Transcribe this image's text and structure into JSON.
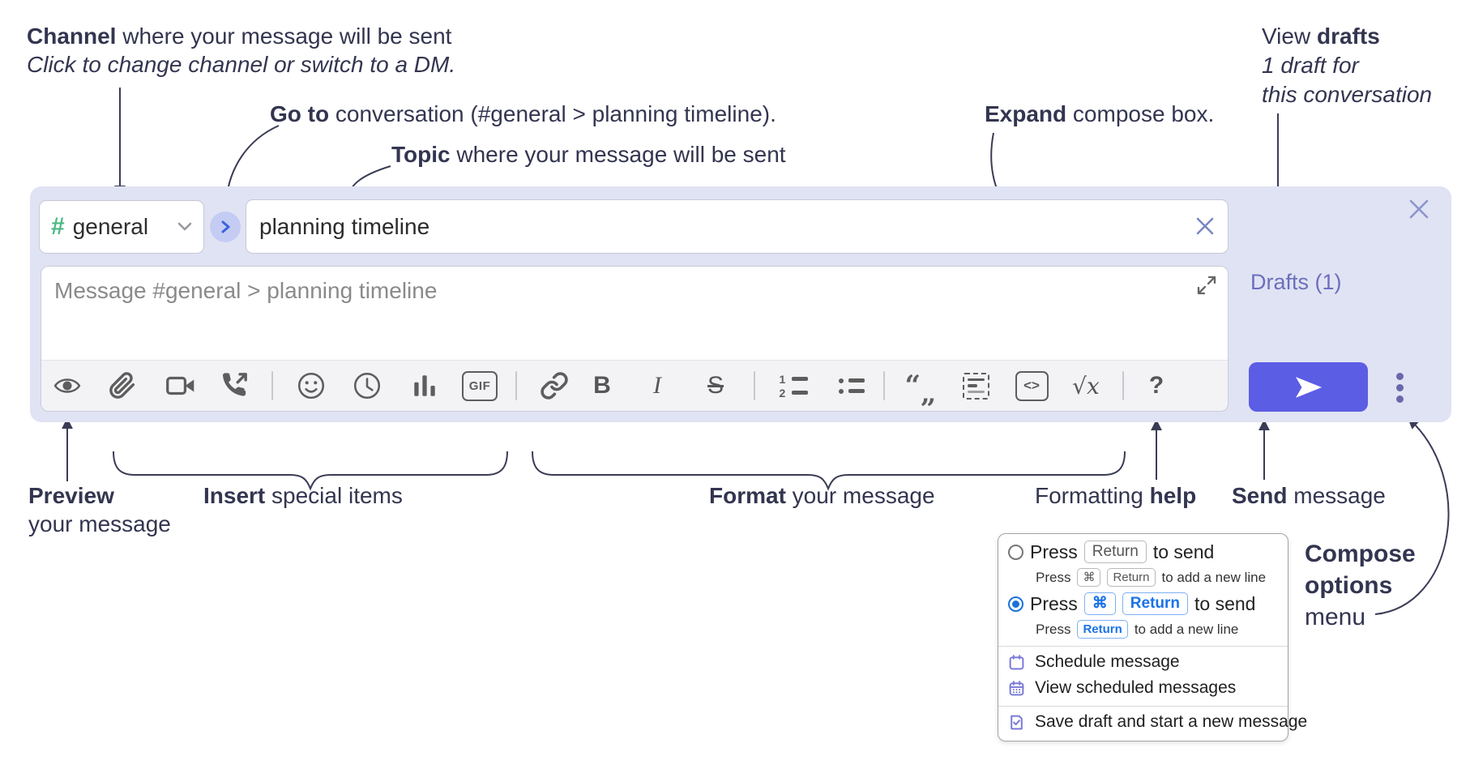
{
  "annotations": {
    "channel": {
      "bold": "Channel",
      "rest": " where your message will be sent",
      "line2": "Click to change channel or switch to a DM."
    },
    "goto": {
      "bold": "Go to",
      "rest": " conversation (#general > planning timeline)."
    },
    "topic": {
      "bold": "Topic",
      "rest": " where your message will be sent"
    },
    "view_drafts": {
      "pre": "View ",
      "bold": "drafts",
      "line2": "1 draft for",
      "line3": "this conversation"
    },
    "expand": {
      "bold": "Expand",
      "rest": " compose box."
    },
    "preview": {
      "bold": "Preview",
      "line2": "your message"
    },
    "insert": {
      "bold": "Insert",
      "rest": " special items"
    },
    "format": {
      "bold": "Format",
      "rest": " your message"
    },
    "formatting_help": {
      "pre": "Formatting ",
      "bold": "help"
    },
    "send": {
      "bold": "Send",
      "rest": " message"
    },
    "compose_options": {
      "line1": "Compose",
      "line2": "options",
      "line3": "menu"
    }
  },
  "compose": {
    "channel_selector": {
      "hash": "#",
      "name": "general"
    },
    "topic_value": "planning timeline",
    "message_placeholder": "Message #general > planning timeline",
    "drafts_label": "Drafts (1)",
    "toolbar": {
      "gif": "GIF",
      "bold": "B",
      "italic": "I",
      "strike": "S",
      "code": "<>",
      "math_root": "√",
      "math_x": "x",
      "help": "?",
      "ol1": "1",
      "ol2": "2",
      "quote_open": "“",
      "quote_close": "„",
      "icons": [
        "preview-eye",
        "attach-file",
        "start-video-call",
        "start-voice-call",
        "emoji",
        "schedule",
        "poll",
        "gif",
        "link",
        "bold",
        "italic",
        "strikethrough",
        "numbered-list",
        "bulleted-list",
        "quote",
        "spoiler",
        "code",
        "math",
        "message-formatting-help"
      ]
    }
  },
  "popup": {
    "option1": {
      "selected": false,
      "press": "Press",
      "key1": "Return",
      "after": "to send",
      "sub_press": "Press",
      "sub_key1": "⌘",
      "sub_key2": "Return",
      "sub_after": "to add a new line"
    },
    "option2": {
      "selected": true,
      "press": "Press",
      "key1": "⌘",
      "key2": "Return",
      "after": "to send",
      "sub_press": "Press",
      "sub_key1": "Return",
      "sub_after": "to add a new line"
    },
    "menu_items": [
      {
        "label": "Schedule message",
        "icon": "calendar-icon"
      },
      {
        "label": "View scheduled messages",
        "icon": "calendar-grid-icon"
      },
      {
        "label": "Save draft and start a new message",
        "icon": "save-draft-icon"
      }
    ]
  },
  "colors": {
    "compose_bg": "#e0e3f3",
    "send_button": "#5b5de4",
    "drafts_link": "#6b6fbc",
    "channel_hash_green": "#4cb883",
    "goto_circle_bg": "#c4ccf4",
    "goto_chevron_blue": "#3a64dd",
    "popup_icon_purple": "#7a7ad8",
    "key_chip_blue": "#1a73e8",
    "annotation_text": "#333550"
  }
}
